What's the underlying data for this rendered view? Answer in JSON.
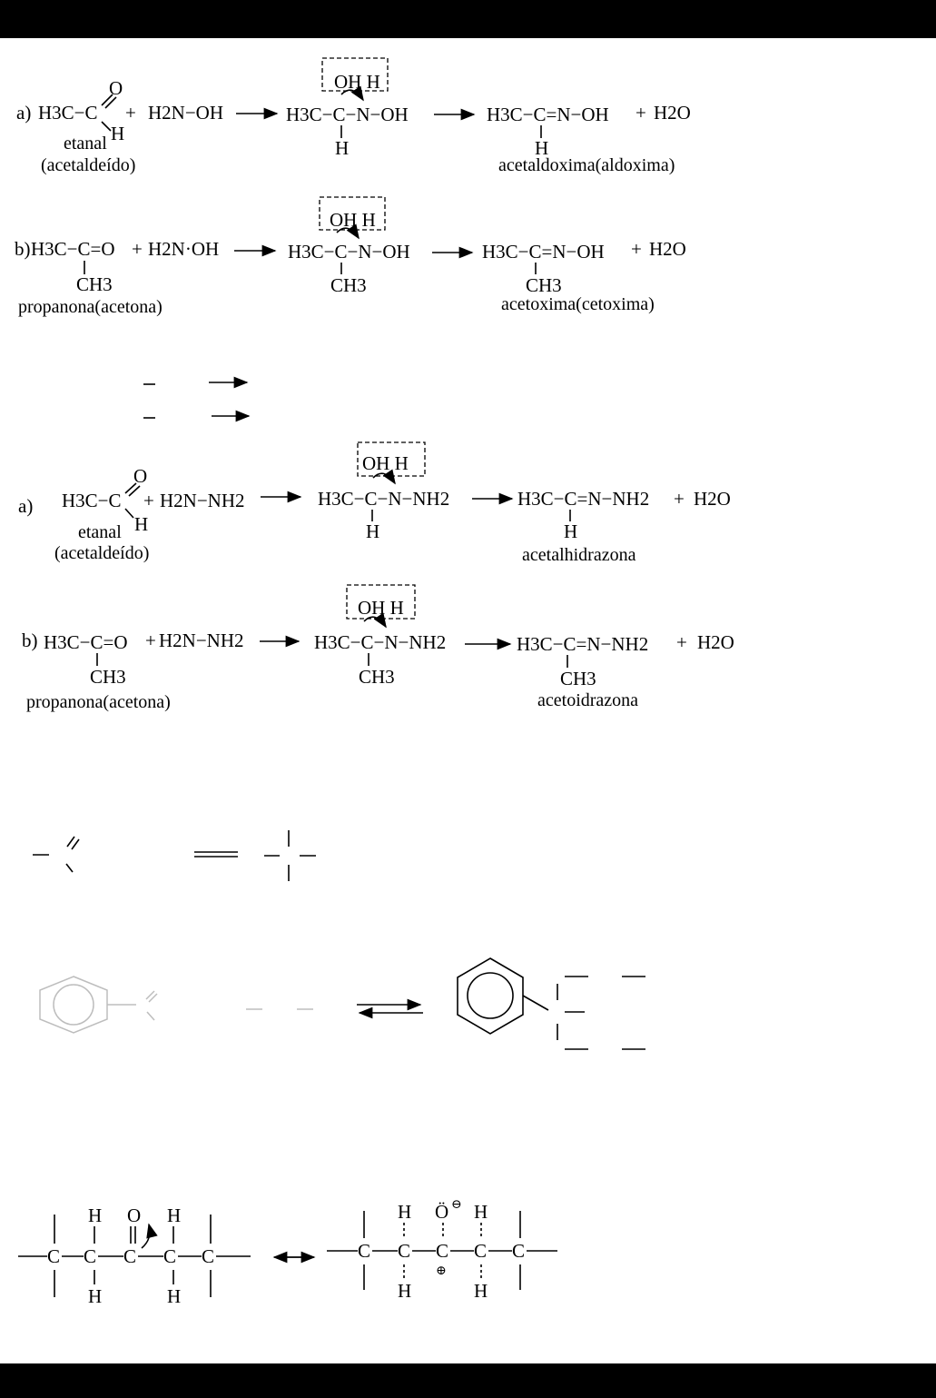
{
  "scheme_a1": {
    "label": "a)",
    "reactant1": "H3C−C",
    "reactant1_O": "O",
    "reactant1_H": "H",
    "plus1": "+",
    "reagent": "H2N−OH",
    "inter_box": "OH H",
    "intermediate": "H3C−C−N−OH",
    "inter_H": "H",
    "product": "H3C−C=N−OH",
    "product_H": "H",
    "plus2": "+",
    "water": "H2O",
    "name1": "etanal",
    "name1_alt": "(acetaldeído)",
    "product_name": "acetaldoxima(aldoxima)"
  },
  "scheme_b1": {
    "label": "b)",
    "reactant": "H3C−C=O",
    "reactant_sub": "CH3",
    "plus1": "+",
    "reagent": "H2N·OH",
    "inter_box": "OH H",
    "intermediate": "H3C−C−N−OH",
    "inter_sub": "CH3",
    "product": "H3C−C=N−OH",
    "product_sub": "CH3",
    "plus2": "+",
    "water": "H2O",
    "name": "propanona(acetona)",
    "product_name": "acetoxima(cetoxima)"
  },
  "scheme_a2": {
    "label": "a)",
    "reactant1": "H3C−C",
    "reactant1_O": "O",
    "reactant1_H": "H",
    "plus1": "+",
    "reagent": "H2N−NH2",
    "inter_box": "OH H",
    "intermediate": "H3C−C−N−NH2",
    "inter_H": "H",
    "product": "H3C−C=N−NH2",
    "product_H": "H",
    "plus2": "+",
    "water": "H2O",
    "name1": "etanal",
    "name1_alt": "(acetaldeído)",
    "product_name": "acetalhidrazona"
  },
  "scheme_b2": {
    "label": "b)",
    "reactant": "H3C−C=O",
    "reactant_sub": "CH3",
    "plus1": "+",
    "reagent": "H2N−NH2",
    "inter_box": "OH H",
    "intermediate": "H3C−C−N−NH2",
    "inter_sub": "CH3",
    "product": "H3C−C=N−NH2",
    "product_sub": "CH3",
    "plus2": "+",
    "water": "H2O",
    "name": "propanona(acetona)",
    "product_name": "acetoidrazona"
  },
  "resonance": {
    "left_top": [
      "H",
      "O",
      "H"
    ],
    "left_bottom": [
      "H",
      "H"
    ],
    "left_chain": [
      "C",
      "C",
      "C",
      "C",
      "C"
    ],
    "right_top": [
      "H",
      "Ö",
      "H"
    ],
    "right_bottom": [
      "H",
      "H"
    ],
    "right_chain": [
      "C",
      "C",
      "C",
      "C",
      "C"
    ],
    "minus_sign": "⊖",
    "plus_sign": "⊕"
  },
  "colors": {
    "ink": "#000000",
    "background": "#ffffff",
    "bars": "#000000"
  }
}
